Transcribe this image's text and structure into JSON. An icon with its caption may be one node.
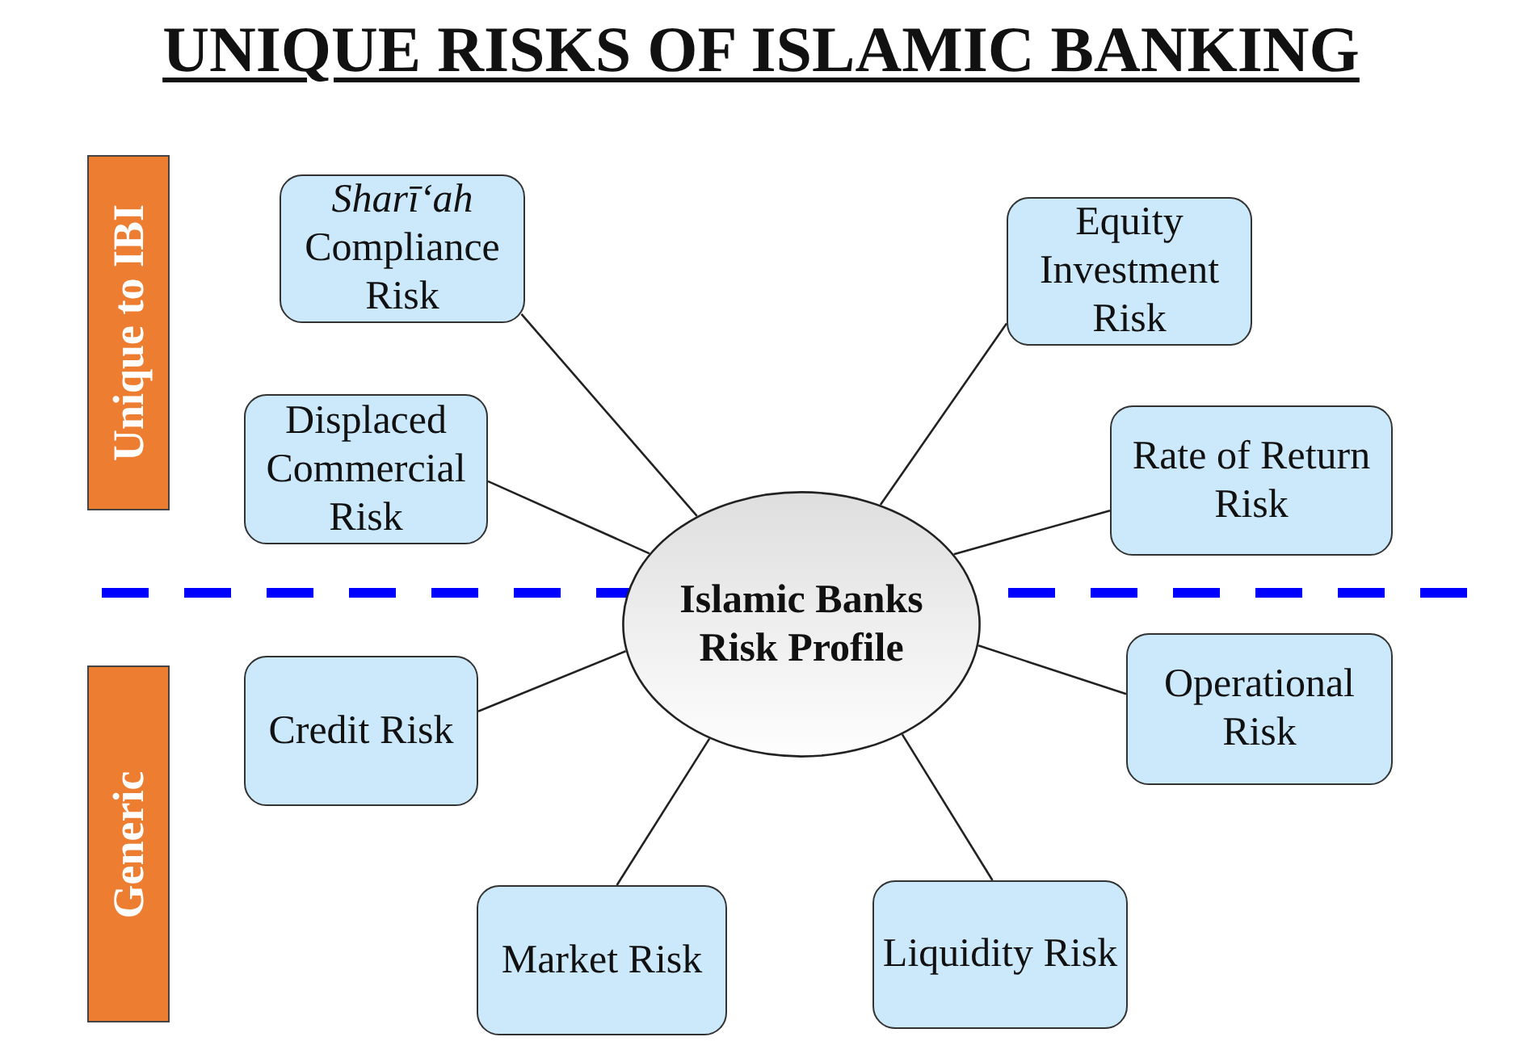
{
  "diagram": {
    "title": "UNIQUE RISKS OF ISLAMIC BANKING",
    "nodes": [
      {
        "text": [
          "Unique to IBI"
        ]
      },
      {
        "text": [
          "Generic"
        ]
      },
      {
        "text": [
          "Islamic Banks Risk Profile"
        ]
      },
      {
        "text": [
          "*Sharī‘ah* Compliance Risk"
        ]
      },
      {
        "text": [
          "Equity Investment Risk"
        ]
      },
      {
        "text": [
          "Displaced Commercial Risk"
        ]
      },
      {
        "text": [
          "Rate of Return Risk"
        ]
      },
      {
        "text": [
          "Credit Risk"
        ]
      },
      {
        "text": [
          "Operational Risk"
        ]
      },
      {
        "text": [
          "Market Risk"
        ]
      },
      {
        "text": [
          "Liquidity Risk"
        ]
      }
    ],
    "edges": [
      {
        "from": 2,
        "to": 3,
        "arrow": "none"
      },
      {
        "from": 2,
        "to": 4,
        "arrow": "none"
      },
      {
        "from": 2,
        "to": 5,
        "arrow": "none"
      },
      {
        "from": 2,
        "to": 6,
        "arrow": "none"
      },
      {
        "from": 2,
        "to": 7,
        "arrow": "none"
      },
      {
        "from": 2,
        "to": 8,
        "arrow": "none"
      },
      {
        "from": 2,
        "to": 9,
        "arrow": "none"
      },
      {
        "from": 2,
        "to": 10,
        "arrow": "none"
      }
    ]
  }
}
